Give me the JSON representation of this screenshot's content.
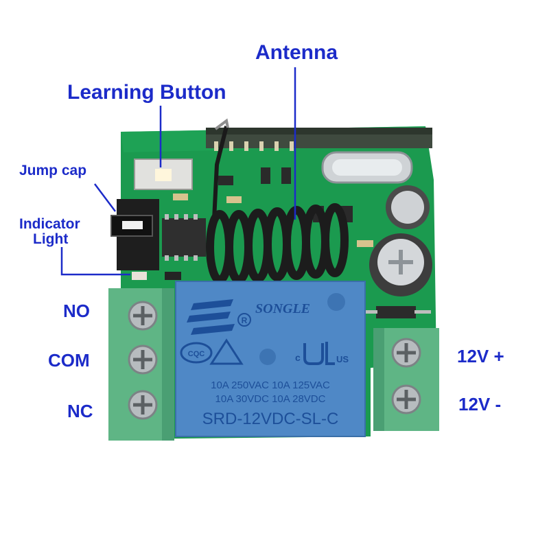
{
  "labels": {
    "antenna": "Antenna",
    "learning_button": "Learning Button",
    "jump_cap": "Jump cap",
    "indicator": "Indicator",
    "light": "Light",
    "no": "NO",
    "com": "COM",
    "nc": "NC",
    "v12_plus": "12V +",
    "v12_minus": "12V -"
  },
  "relay": {
    "brand": "SONGLE",
    "rating_row1": "10A 250VAC  10A 125VAC",
    "rating_row2": "10A  30VDC  10A  28VDC",
    "model": "SRD-12VDC-SL-C",
    "cert1": "CQC",
    "cert2": "c",
    "cert3": "US",
    "reg": "R"
  },
  "colors": {
    "label_blue": "#1c2bc9",
    "pcb_green": "#1b9a4f",
    "terminal_green": "#5fb585",
    "relay_blue": "#4f88c6",
    "relay_text": "#1d4f99"
  }
}
